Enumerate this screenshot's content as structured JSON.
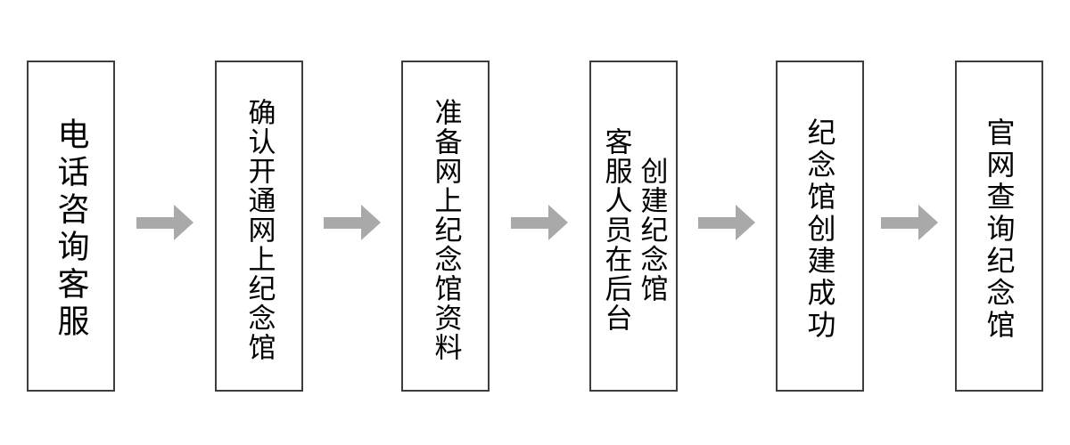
{
  "diagram": {
    "type": "flowchart",
    "direction": "left-to-right",
    "connector": "arrow-right",
    "steps": [
      {
        "label": "电话咨询客服"
      },
      {
        "label": "确认开通网上纪念馆"
      },
      {
        "label": "准备网上纪念馆资料"
      },
      {
        "label": "客服人员在后台\n创建纪念馆"
      },
      {
        "label": "纪念馆创建成功"
      },
      {
        "label": "官网查询纪念馆"
      }
    ],
    "colors": {
      "background": "#ffffff",
      "box_fill": "#ffffff",
      "box_border": "#3d3d3d",
      "text": "#000000",
      "arrow": "#a9a9a9"
    }
  }
}
